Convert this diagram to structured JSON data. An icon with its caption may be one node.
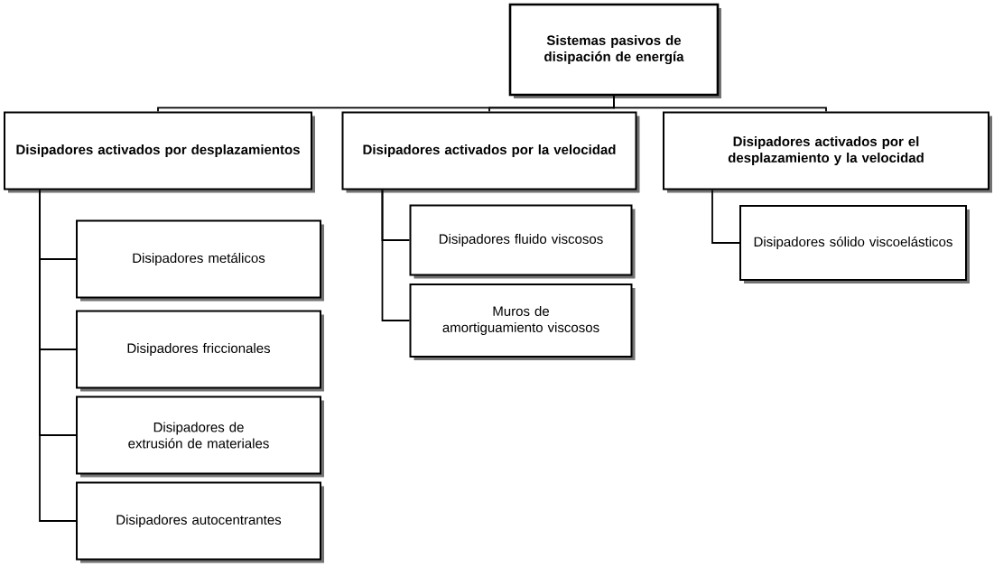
{
  "diagram": {
    "nodes": [
      {
        "text": [
          "Sistemas pasivos de disipación de energía"
        ]
      },
      {
        "text": [
          "Disipadores activados por desplazamientos"
        ]
      },
      {
        "text": [
          "Disipadores activados por la velocidad"
        ]
      },
      {
        "text": [
          "Disipadores activados por  el desplazamiento y la velocidad"
        ]
      },
      {
        "text": [
          "Disipadores metálicos"
        ]
      },
      {
        "text": [
          "Disipadores friccionales"
        ]
      },
      {
        "text": [
          "Disipadores de extrusión de materiales"
        ]
      },
      {
        "text": [
          "Disipadores autocentrantes"
        ]
      },
      {
        "text": [
          "Disipadores fluido viscosos"
        ]
      },
      {
        "text": [
          "Muros de amortiguamiento viscosos"
        ]
      },
      {
        "text": [
          "Disipadores sólido viscoelásticos"
        ]
      }
    ],
    "edges": [
      {
        "from": 0,
        "to": 1,
        "arrow": "none"
      },
      {
        "from": 0,
        "to": 2,
        "arrow": "none"
      },
      {
        "from": 0,
        "to": 3,
        "arrow": "none"
      },
      {
        "from": 1,
        "to": 4,
        "arrow": "none"
      },
      {
        "from": 1,
        "to": 5,
        "arrow": "none"
      },
      {
        "from": 1,
        "to": 6,
        "arrow": "none"
      },
      {
        "from": 1,
        "to": 7,
        "arrow": "none"
      },
      {
        "from": 2,
        "to": 8,
        "arrow": "none"
      },
      {
        "from": 2,
        "to": 9,
        "arrow": "none"
      },
      {
        "from": 3,
        "to": 10,
        "arrow": "none"
      }
    ]
  }
}
